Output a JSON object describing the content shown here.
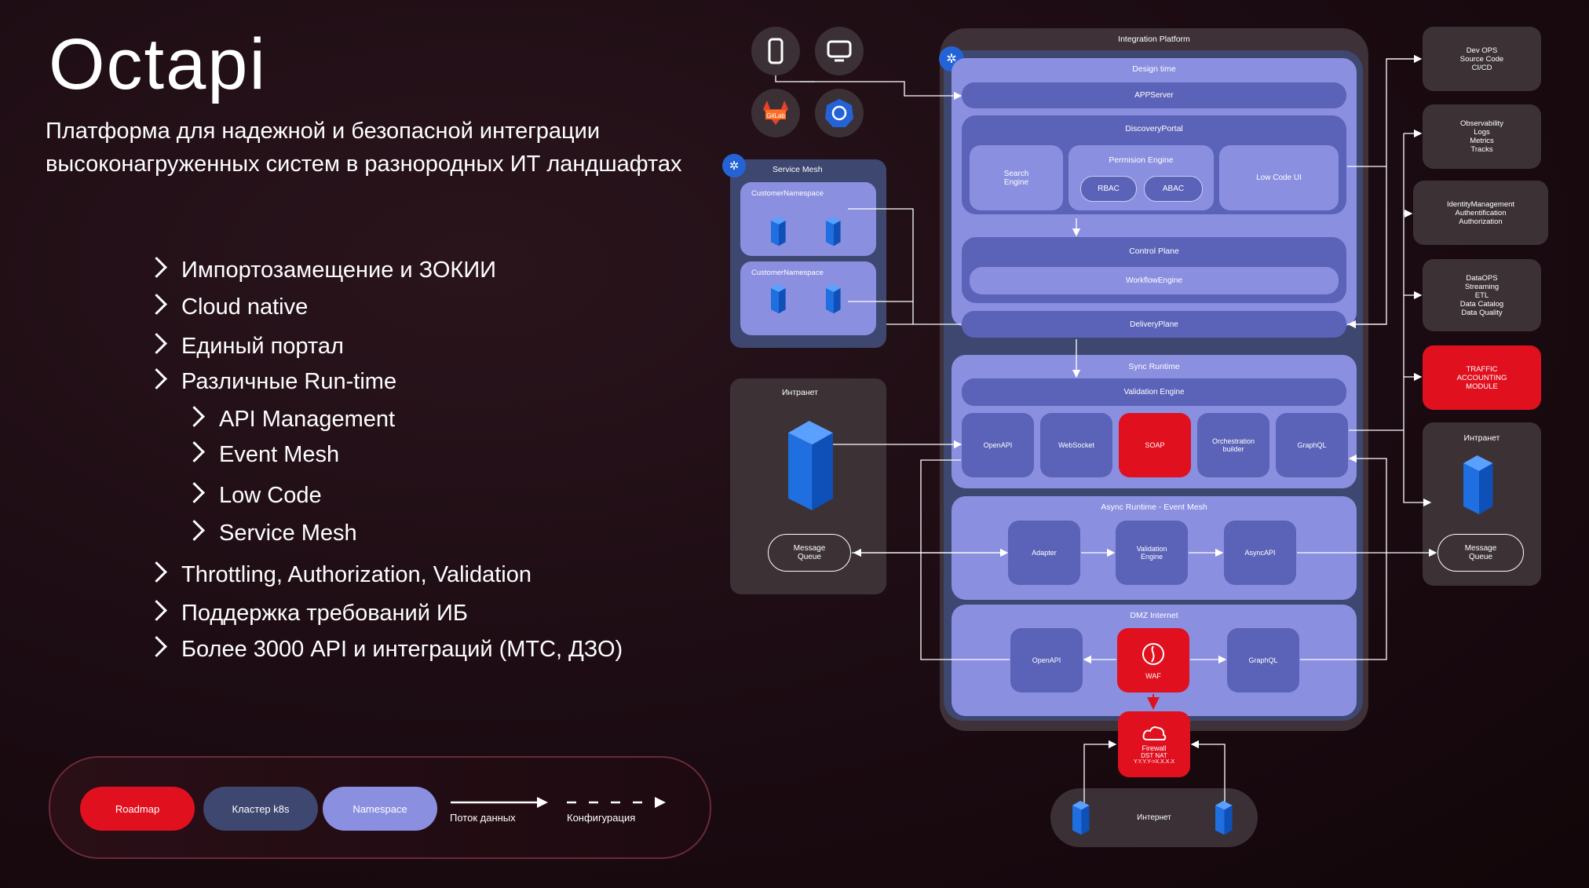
{
  "title": "Octapi",
  "subtitle_line1": "Платформа для надежной и безопасной интеграции",
  "subtitle_line2": "высоконагруженных систем в разнородных ИТ ландшафтах",
  "bullets": [
    {
      "text": "Импортозамещение и ЗОКИИ",
      "level": 0
    },
    {
      "text": "Cloud native",
      "level": 0
    },
    {
      "text": "Единый портал",
      "level": 0
    },
    {
      "text": "Различные Run-time",
      "level": 0
    },
    {
      "text": "API Management",
      "level": 1
    },
    {
      "text": "Event Mesh",
      "level": 1
    },
    {
      "text": "Low Code",
      "level": 1
    },
    {
      "text": "Service Mesh",
      "level": 1
    },
    {
      "text": "Throttling, Authorization, Validation",
      "level": 0
    },
    {
      "text": "Поддержка требований ИБ",
      "level": 0
    },
    {
      "text": "Более 3000 API и интеграций (МТС, ДЗО)",
      "level": 0
    }
  ],
  "legend": {
    "roadmap": "Roadmap",
    "cluster": "Кластер k8s",
    "namespace": "Namespace",
    "data_flow": "Поток данных",
    "config": "Конфигурация"
  },
  "colors": {
    "red": "#e0101f",
    "cluster": "#3e4770",
    "namespace": "#8a8fe0",
    "dark": "#3a3035"
  },
  "diagram": {
    "platform": "Integration Platform",
    "design_time": "Design time",
    "app_server": "APPServer",
    "discovery_portal": "DiscoveryPortal",
    "search_engine_1": "Search",
    "search_engine_2": "Engine",
    "permission_engine": "Permision Engine",
    "rbac": "RBAC",
    "abac": "ABAC",
    "low_code_ui": "Low Code UI",
    "control_plane": "Control Plane",
    "workflow_engine": "WorkflowEngine",
    "delivery_plane": "DeliveryPlane",
    "sync_runtime": "Sync Runtime",
    "validation_engine": "Validation Engine",
    "openapi": "OpenAPI",
    "websocket": "WebSocket",
    "soap": "SOAP",
    "orch_1": "Orchestration",
    "orch_2": "builder",
    "graphql": "GraphQL",
    "async_runtime": "Async Runtime - Event Mesh",
    "adapter": "Adapter",
    "validation_1": "Validation",
    "validation_2": "Engine",
    "asyncapi": "AsyncAPI",
    "dmz": "DMZ Internet",
    "dmz_openapi": "OpenAPI",
    "waf": "WAF",
    "dmz_graphql": "GraphQL",
    "firewall": "Firewall",
    "firewall_nat": "DST NAT",
    "firewall_ip": "Y.Y.Y.Y->X.X.X.X",
    "internet": "Интернет",
    "service_mesh": "Service Mesh",
    "customer_ns1": "CustomerNamespace",
    "customer_ns2": "CustomerNamespace",
    "intranet_left": "Интранет",
    "mq_left_1": "Message",
    "mq_left_2": "Queue",
    "gitlab": "GitLab",
    "devops": [
      "Dev OPS",
      "Source Code",
      "CI/CD"
    ],
    "observability": [
      "Observability",
      "Logs",
      "Metrics",
      "Tracks"
    ],
    "identity": [
      "IdentityManagement",
      "Authentification",
      "Authorization"
    ],
    "dataops": [
      "DataOPS",
      "Streaming",
      "ETL",
      "Data Catalog",
      "Data Quality"
    ],
    "traffic": [
      "TRAFFIC",
      "ACCOUNTING",
      "MODULE"
    ],
    "intranet_right": "Интранет",
    "mq_right_1": "Message",
    "mq_right_2": "Queue"
  }
}
